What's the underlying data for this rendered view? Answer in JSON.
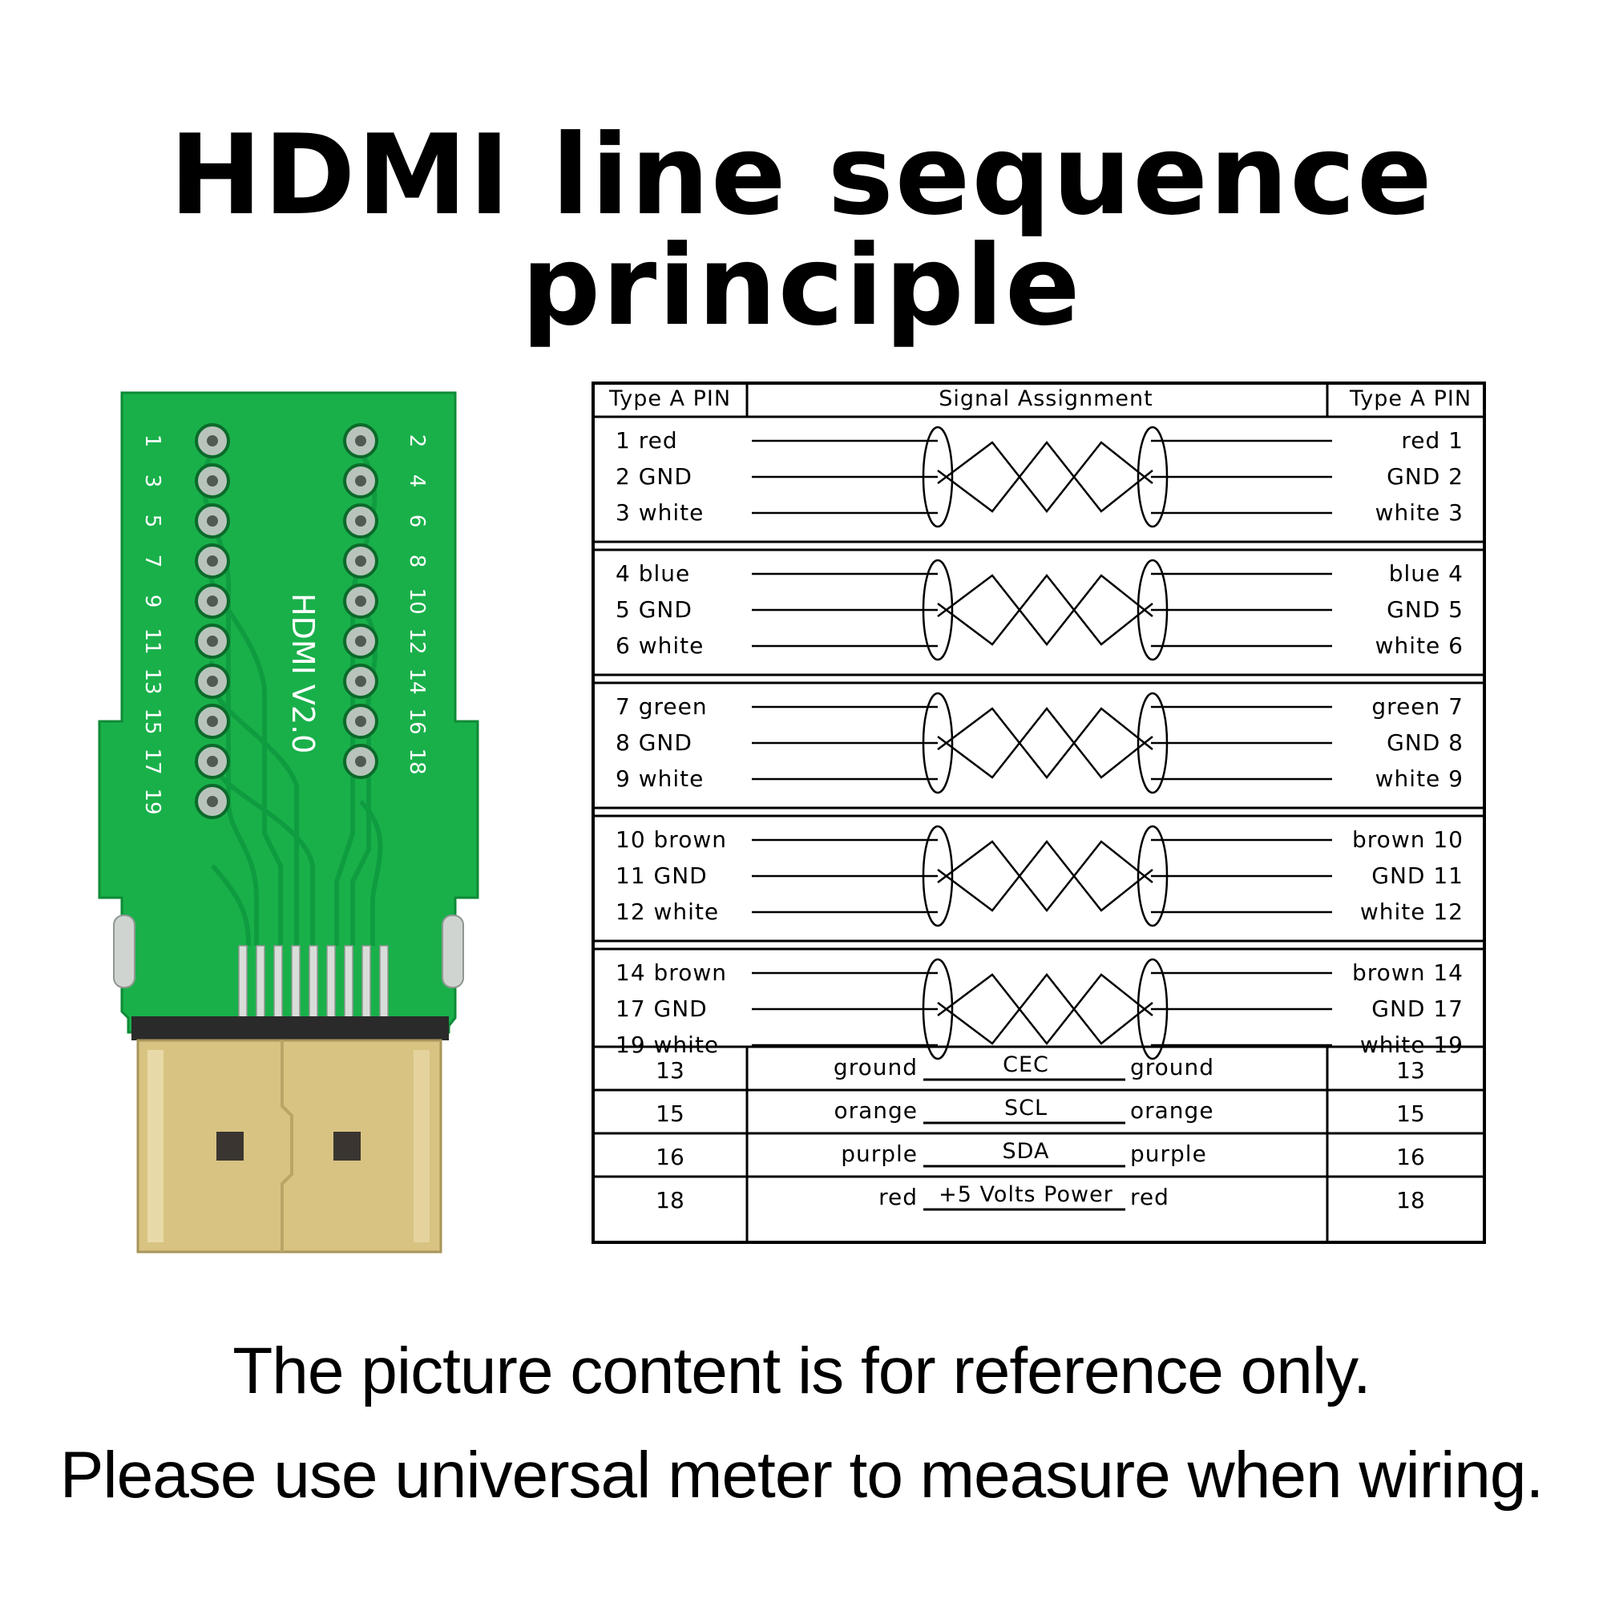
{
  "title": "HDMI line sequence principle",
  "board": {
    "label": "HDMI V2.0",
    "pin_numbers_left": [
      "1",
      "3",
      "5",
      "7",
      "9",
      "11",
      "13",
      "15",
      "17",
      "19"
    ],
    "pin_numbers_right": [
      "2",
      "4",
      "6",
      "8",
      "10",
      "12",
      "14",
      "16",
      "18"
    ],
    "colors": {
      "pcb": "#19b04a",
      "pcb_dark": "#0e8a36",
      "gold": "#d8c382",
      "pad": "#b8c4bb"
    }
  },
  "table": {
    "headers": [
      "Type A PIN",
      "Signal Assignment",
      "Type A PIN"
    ],
    "groups": [
      {
        "left": [
          "1 red",
          "2 GND",
          "3 white"
        ],
        "right": [
          "red 1",
          "GND 2",
          "white 3"
        ]
      },
      {
        "left": [
          "4 blue",
          "5 GND",
          "6 white"
        ],
        "right": [
          "blue 4",
          "GND 5",
          "white 6"
        ]
      },
      {
        "left": [
          "7 green",
          "8 GND",
          "9 white"
        ],
        "right": [
          "green 7",
          "GND 8",
          "white 9"
        ]
      },
      {
        "left": [
          "10 brown",
          "11 GND",
          "12 white"
        ],
        "right": [
          "brown 10",
          "GND 11",
          "white 12"
        ]
      },
      {
        "left": [
          "14 brown",
          "17 GND",
          "19 white"
        ],
        "right": [
          "brown 14",
          "GND 17",
          "white 19"
        ]
      }
    ],
    "signals": [
      {
        "pin": "13",
        "left": "ground",
        "name": "CEC",
        "right": "ground"
      },
      {
        "pin": "15",
        "left": "orange",
        "name": "SCL",
        "right": "orange"
      },
      {
        "pin": "16",
        "left": "purple",
        "name": "SDA",
        "right": "purple"
      },
      {
        "pin": "18",
        "left": "red",
        "name": "+5 Volts Power",
        "right": "red"
      }
    ]
  },
  "notes": [
    "The picture content is for reference only.",
    "Please use universal meter to measure when wiring."
  ]
}
